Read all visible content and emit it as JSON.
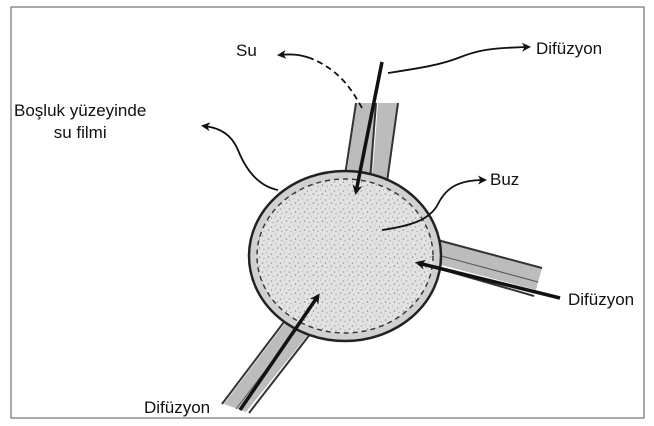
{
  "labels": {
    "su": "Su",
    "difuzyon_top": "Difüzyon",
    "film_line1": "Boşluk yüzeyinde",
    "film_line2": "su filmi",
    "buz": "Buz",
    "difuzyon_right": "Difüzyon",
    "difuzyon_bottom": "Difüzyon"
  }
}
